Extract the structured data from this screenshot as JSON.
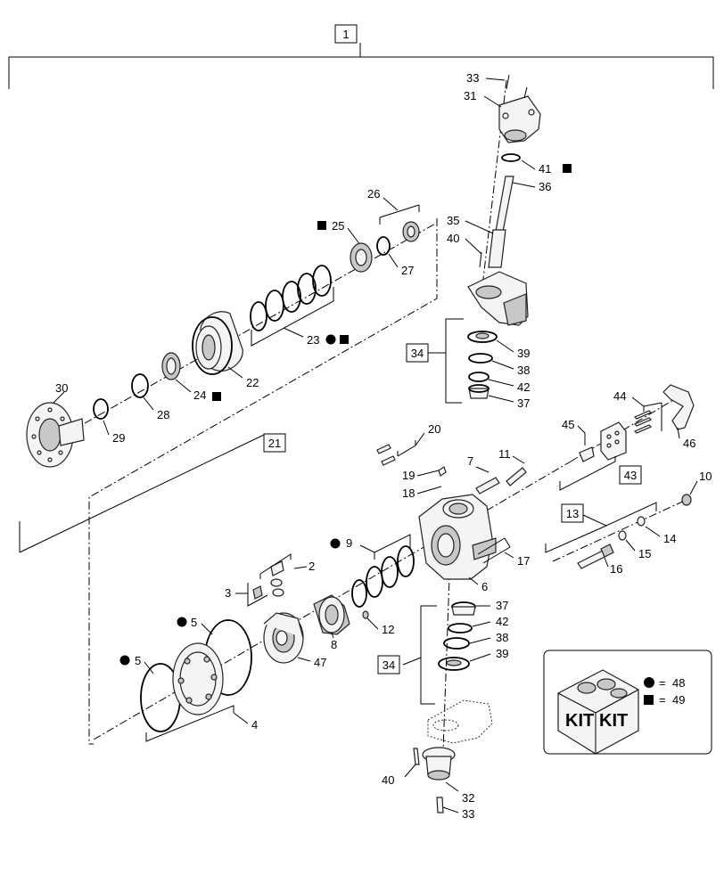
{
  "callouts": {
    "assembly": "1",
    "screw_top": "33",
    "cap_top": "31",
    "oring_top": "41",
    "pin_top": "36",
    "bushing_top": "35",
    "grease_top": "40",
    "hub_kit": "26",
    "bearing_25": "25",
    "snap_27": "27",
    "seals_23": "23",
    "drum_22": "22",
    "bearing_24": "24",
    "ring_28": "28",
    "snap_29": "29",
    "flange_30": "30",
    "group_21": "21",
    "kit_34_top": "34",
    "washer_39_top": "39",
    "washer_38_top": "38",
    "washer_42_top": "42",
    "shim_37_top": "37",
    "pins_20": "20",
    "stud_7": "7",
    "stud_11": "11",
    "fitting_19": "19",
    "fitting_18": "18",
    "rings_9": "9",
    "housing_6": "6",
    "plate_17": "17",
    "sensor_44": "44",
    "bracket_46": "46",
    "block_45": "45",
    "kit_43": "43",
    "plug_10": "10",
    "kit_13": "13",
    "spacer_14": "14",
    "ring_15": "15",
    "bolt_16": "16",
    "clip_2": "2",
    "key_3": "3",
    "seal_5_upper": "5",
    "seal_5_lower": "5",
    "carrier_47": "47",
    "sleeve_8": "8",
    "screw_12": "12",
    "ring_4": "4",
    "kit_34_bot": "34",
    "shim_37_bot": "37",
    "washer_42_bot": "42",
    "washer_38_bot": "38",
    "washer_39_bot": "39",
    "grease_bot": "40",
    "cap_bot": "32",
    "screw_bot": "33"
  },
  "kit_legend": {
    "box_text_1": "KIT",
    "box_text_2": "KIT",
    "circle_ref": "48",
    "square_ref": "49",
    "equals": "="
  },
  "symbols": {
    "circle": "circle-kit-symbol",
    "square": "square-kit-symbol"
  }
}
